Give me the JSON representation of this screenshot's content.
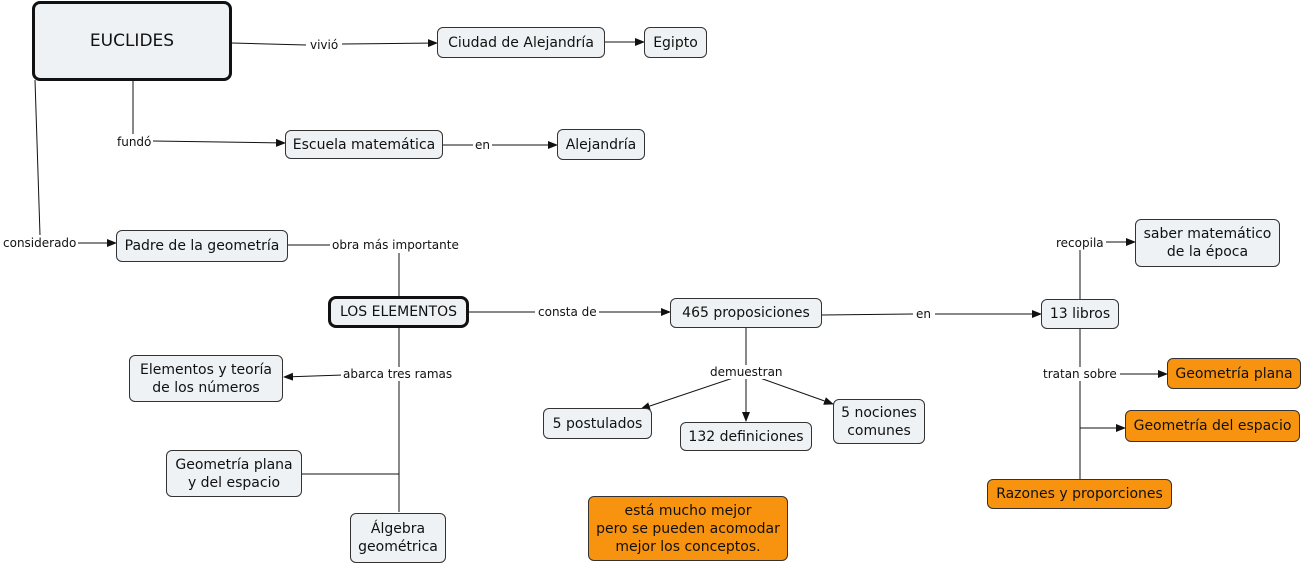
{
  "nodes": {
    "euclides": "EUCLIDES",
    "ciudad": "Ciudad de Alejandría",
    "egipto": "Egipto",
    "escuela": "Escuela matemática",
    "alejandria": "Alejandría",
    "padre": "Padre de la geometría",
    "elementos": "LOS ELEMENTOS",
    "proposiciones": "465 proposiciones",
    "libros": "13 libros",
    "saber": "saber matemático\nde la época",
    "teoria_numeros": "Elementos y teoría\nde los números",
    "geo_plana_espacio": "Geometría plana\ny del espacio",
    "algebra": "Álgebra\ngeométrica",
    "postulados": "5 postulados",
    "definiciones": "132 definiciones",
    "nociones": "5 nociones\ncomunes",
    "geo_plana": "Geometría plana",
    "geo_espacio": "Geometría del espacio",
    "razones": "Razones y proporciones",
    "nota": "está mucho mejor\npero se pueden acomodar\nmejor los conceptos."
  },
  "links": {
    "vivio": "vivió",
    "fundo": "fundó",
    "en_escuela": "en",
    "considerado": "considerado",
    "obra": "obra más importante",
    "consta": "consta de",
    "en_libros": "en",
    "recopila": "recopila",
    "tratan": "tratan sobre",
    "abarca": "abarca tres ramas",
    "demuestran": "demuestran"
  },
  "colors": {
    "node_fill": "#eef2f5",
    "highlight_fill": "#f7930f",
    "line": "#111111"
  }
}
